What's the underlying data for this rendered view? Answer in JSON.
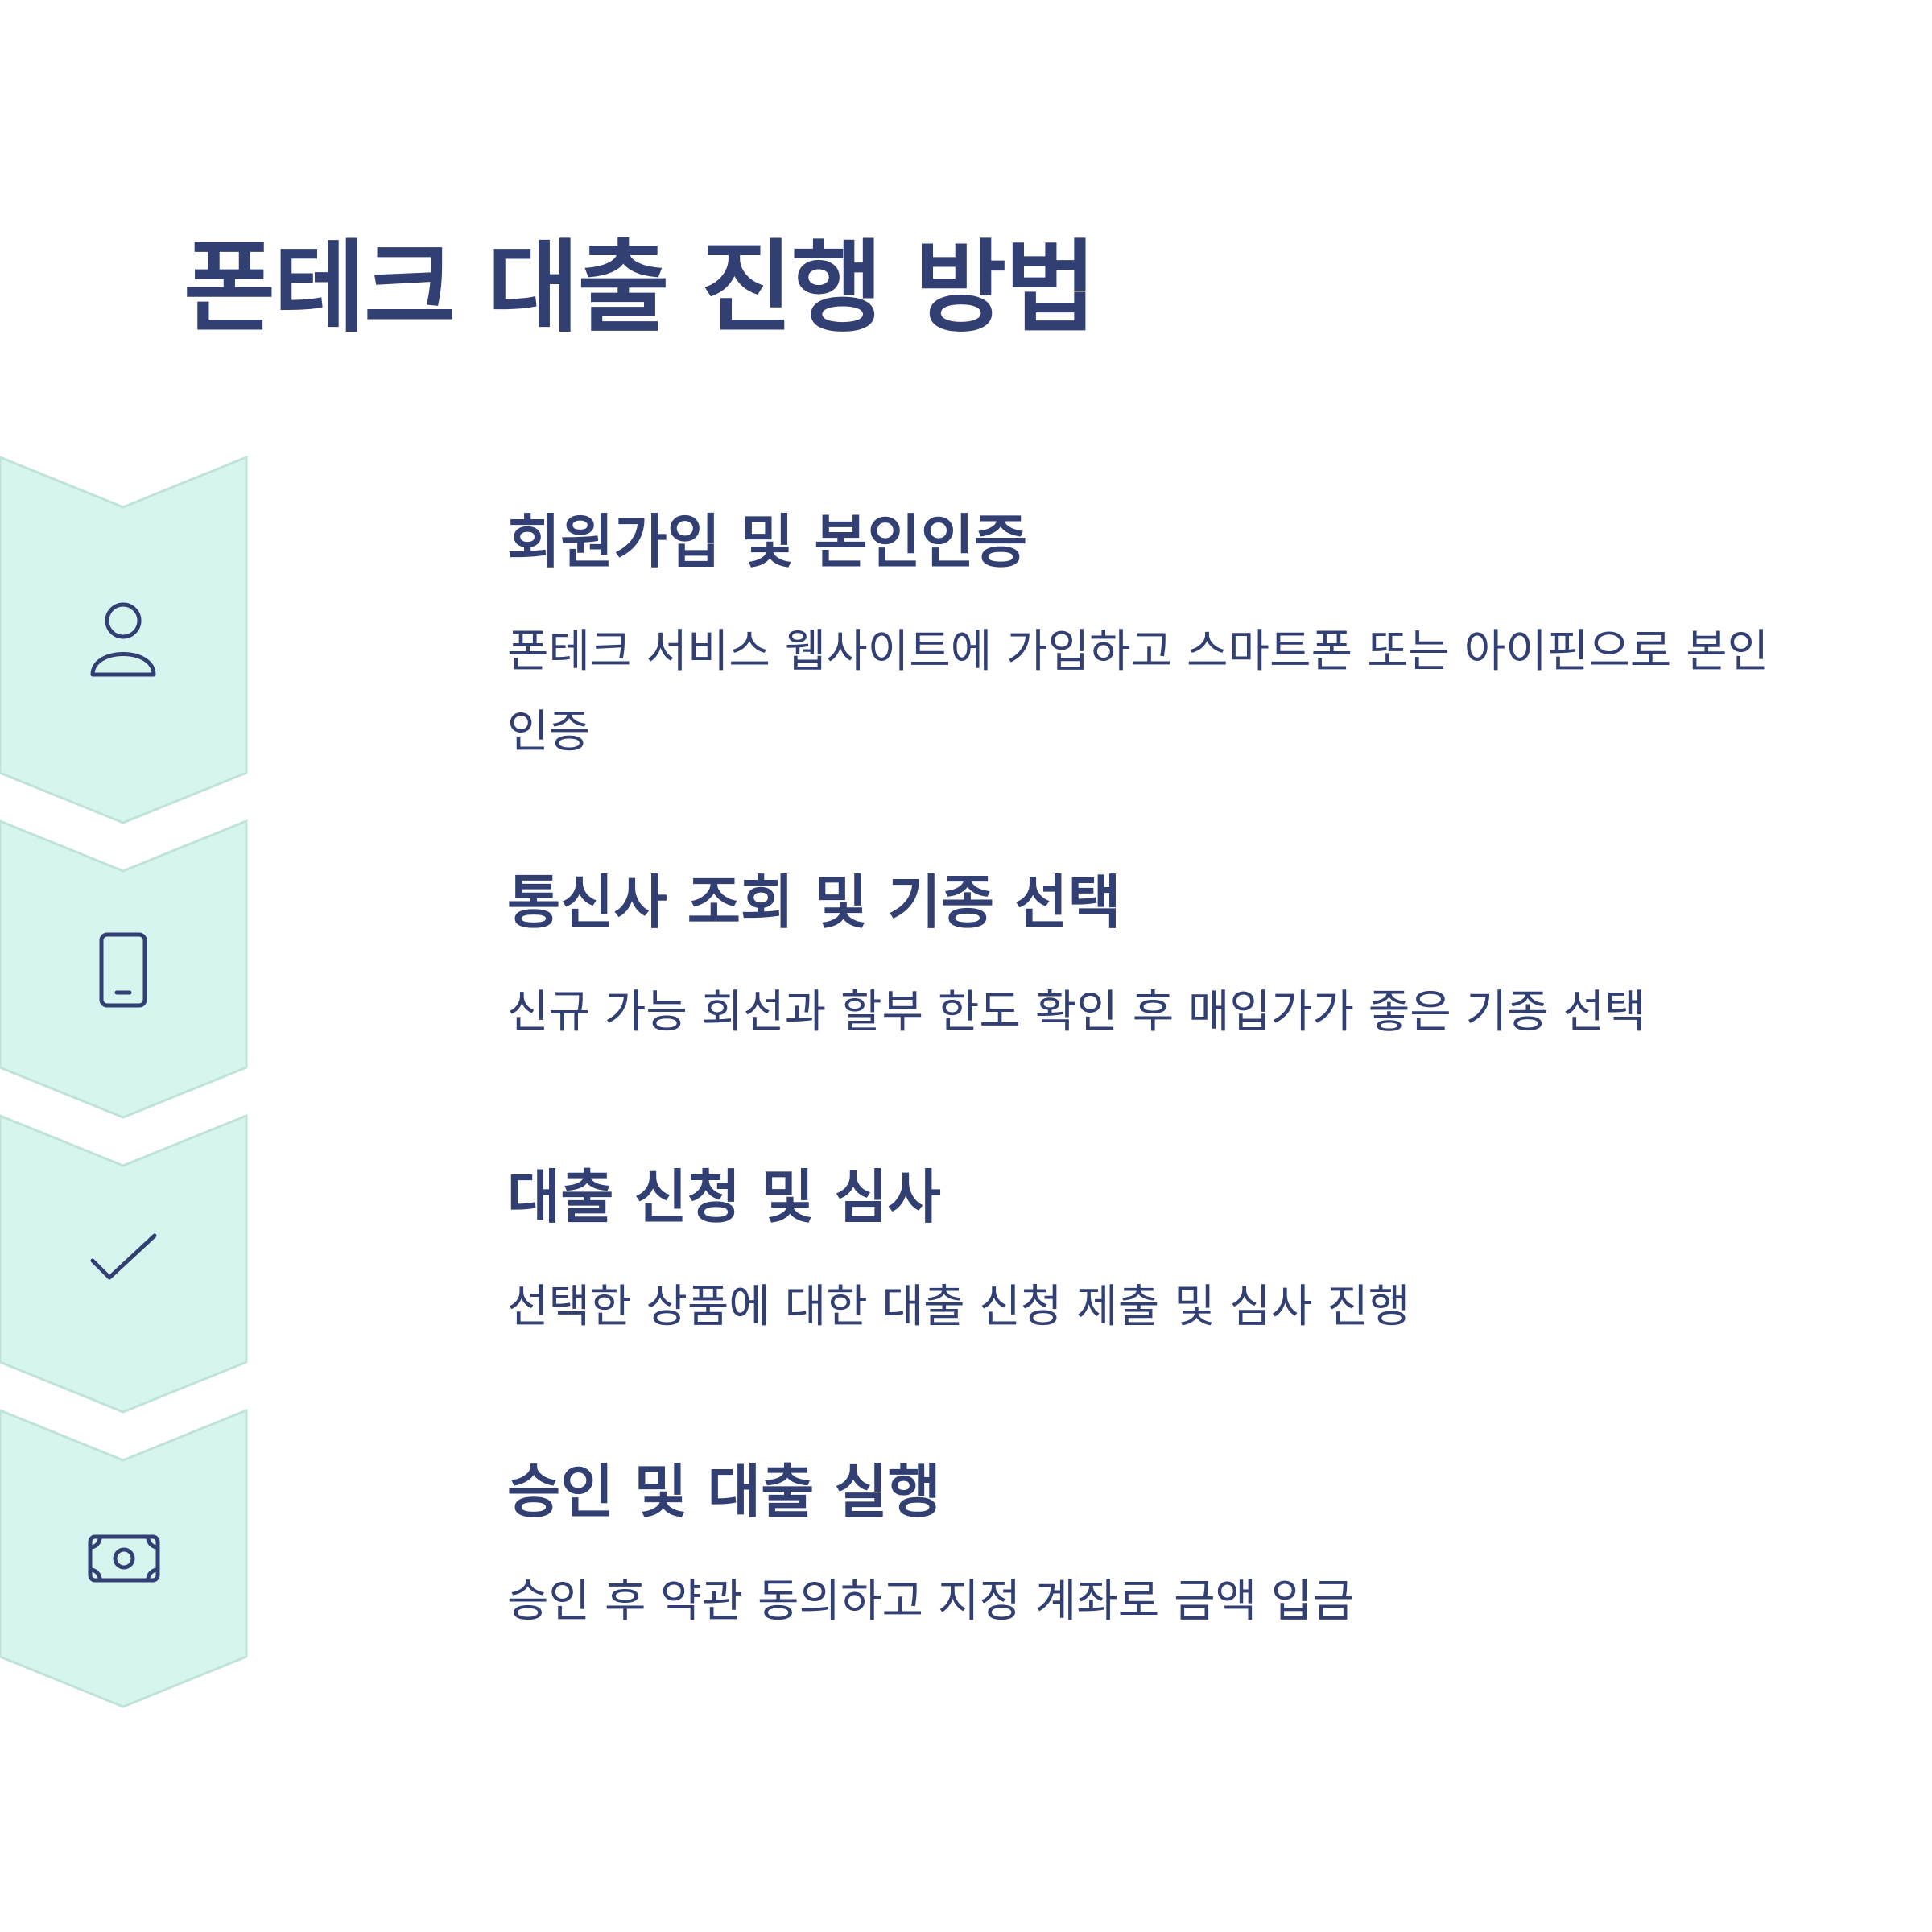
{
  "title": "폰테크 대출 진행 방법",
  "colors": {
    "text": "#323f73",
    "chevron_fill": "#d6f5ee",
    "chevron_stroke": "#bfe3d8",
    "background": "#ffffff"
  },
  "steps": [
    {
      "icon": "user-icon",
      "title": "회원가입 및 본인인증",
      "description": "폰테크 서비스 웹사이트에 가입하고 스마트폰 또는 아이핀으로 본인 인증"
    },
    {
      "icon": "smartphone-icon",
      "title": "통신사 조회 및 기종 선택",
      "description": "신규 가능 회선과 할부 한도 확인 후 매입가가 좋은 기종 선택"
    },
    {
      "icon": "checkmark-icon",
      "title": "대출 신청 및 심사",
      "description": "선택한 상품에 대한 대출 신청 제출 및 심사 진행"
    },
    {
      "icon": "banknote-icon",
      "title": "승인 및 대출 실행",
      "description": "승인 후 약관 동의하고 지정 계좌로 금액 입금"
    }
  ]
}
